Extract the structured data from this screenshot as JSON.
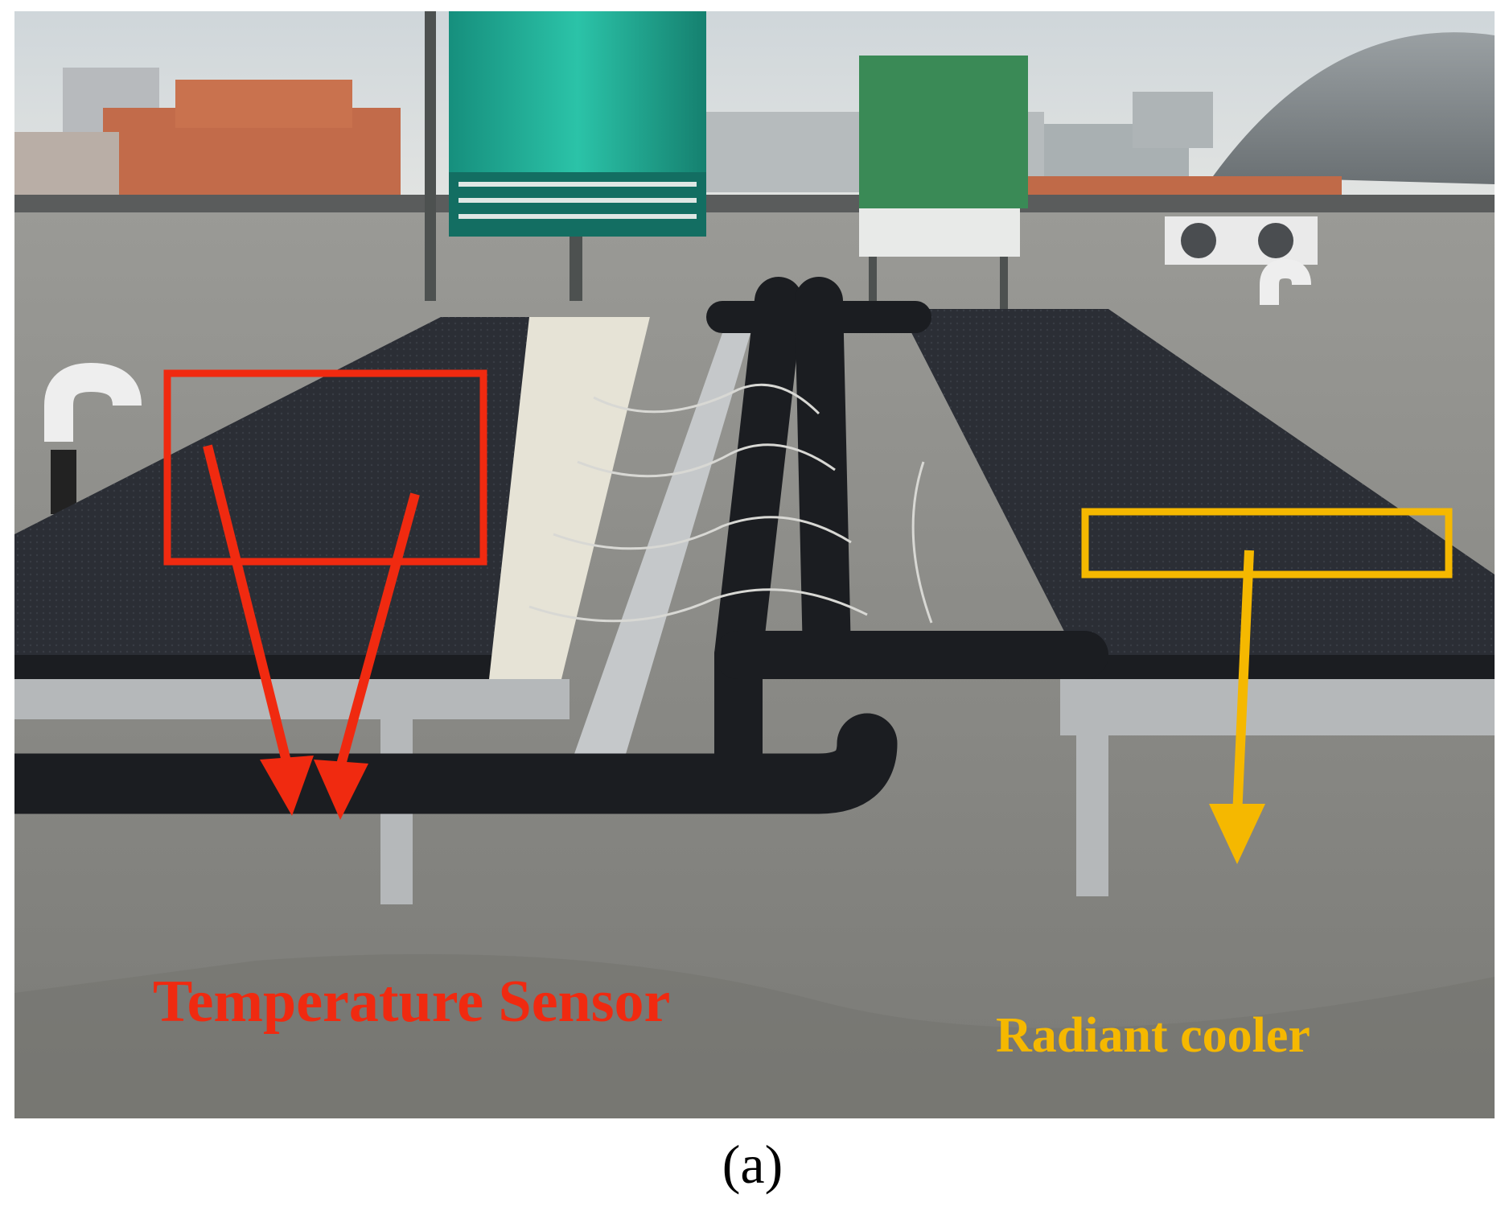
{
  "figure": {
    "caption": "(a)"
  },
  "annotations": {
    "temperature_sensor": {
      "label": "Temperature Sensor",
      "color": "#f02a10"
    },
    "radiant_cooler": {
      "label": "Radiant cooler",
      "color": "#f5b800"
    }
  },
  "scene_colors": {
    "sky": "#d9dde0",
    "roof": "#8a8a86",
    "panel": "#2c2f36",
    "pipe": "#1b1d21",
    "tank": "#1fb39b",
    "steel": "#b9bcbe"
  }
}
